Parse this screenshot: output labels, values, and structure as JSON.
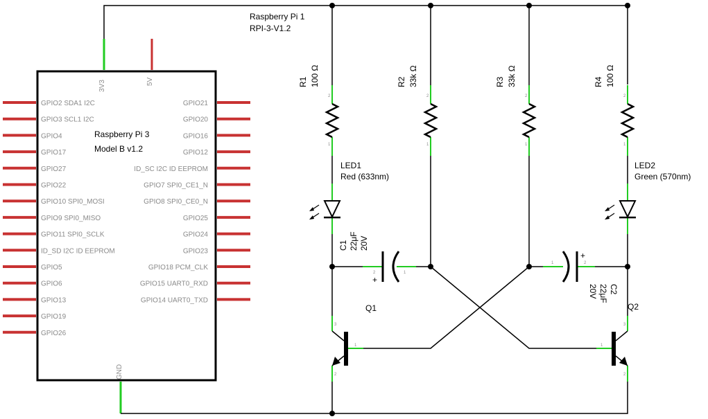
{
  "board": {
    "title": "Raspberry Pi 1",
    "part": "RPI-3-V1.2",
    "model_line1": "Raspberry Pi 3",
    "model_line2": "Model B v1.2",
    "top_pins": [
      "3V3",
      "5V"
    ],
    "bottom_pin": "GND",
    "left_pins": [
      "GPIO2 SDA1 I2C",
      "GPIO3 SCL1 I2C",
      "GPIO4",
      "GPIO17",
      "GPIO27",
      "GPIO22",
      "GPIO10 SPI0_MOSI",
      "GPIO9 SPI0_MISO",
      "GPIO11 SPI0_SCLK",
      "ID_SD I2C ID EEPROM",
      "GPIO5",
      "GPIO6",
      "GPIO13",
      "GPIO19",
      "GPIO26"
    ],
    "right_pins": [
      "GPIO21",
      "GPIO20",
      "GPIO16",
      "GPIO12",
      "ID_SC I2C ID EEPROM",
      "GPIO7 SPI0_CE1_N",
      "GPIO8 SPI0_CE0_N",
      "GPIO25",
      "GPIO24",
      "GPIO23",
      "GPIO18 PCM_CLK",
      "GPIO15 UART0_RXD",
      "GPIO14 UART0_TXD"
    ]
  },
  "components": {
    "r1": {
      "name": "R1",
      "value": "100 Ω"
    },
    "r2": {
      "name": "R2",
      "value": "33k Ω"
    },
    "r3": {
      "name": "R3",
      "value": "33k Ω"
    },
    "r4": {
      "name": "R4",
      "value": "100 Ω"
    },
    "led1": {
      "name": "LED1",
      "desc": "Red (633nm)"
    },
    "led2": {
      "name": "LED2",
      "desc": "Green (570nm)"
    },
    "c1": {
      "name": "C1",
      "cap": "22μF",
      "volt": "20V"
    },
    "c2": {
      "name": "C2",
      "cap": "22μF",
      "volt": "20V"
    },
    "q1": {
      "name": "Q1"
    },
    "q2": {
      "name": "Q2"
    }
  },
  "pin_numbers": {
    "one": "1",
    "two": "2",
    "three": "3",
    "plus": "+"
  },
  "colors": {
    "wire": "#000000",
    "pin_red": "#c83232",
    "pin_green": "#22cc22",
    "text_gray": "#8a8a8a"
  }
}
